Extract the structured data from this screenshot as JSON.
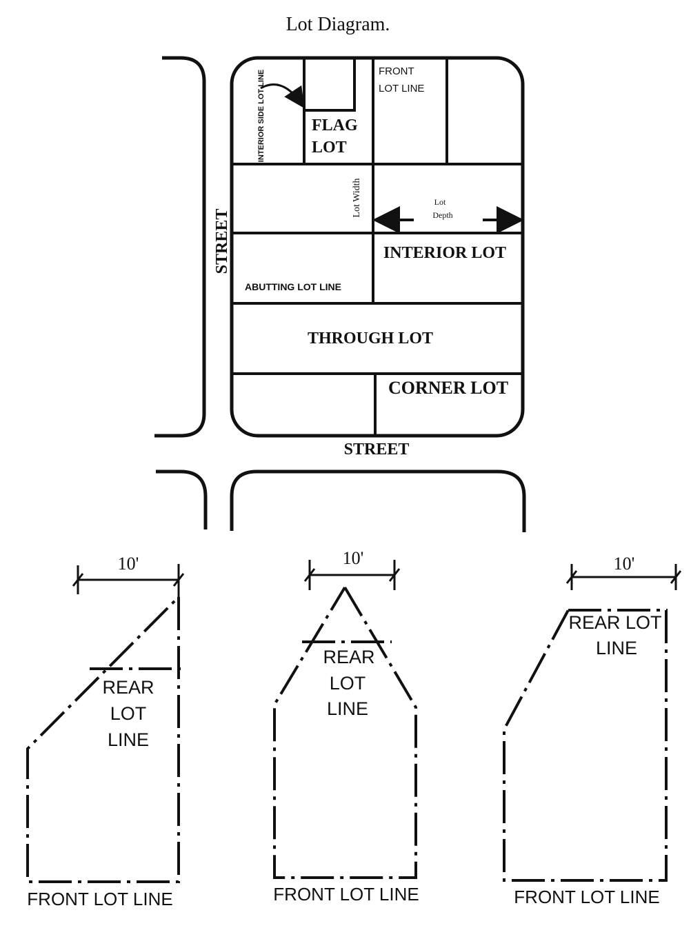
{
  "title": "Lot Diagram.",
  "map": {
    "street_left": "STREET",
    "street_bottom": "STREET",
    "interior_side_lot_line": "INTERIOR SIDE LOT LINE",
    "flag_lot_line1": "FLAG",
    "flag_lot_line2": "LOT",
    "front_lot_line1": "FRONT",
    "front_lot_line2": "LOT LINE",
    "lot_width": "Lot Width",
    "lot_depth_line1": "Lot",
    "lot_depth_line2": "Depth",
    "interior_lot": "INTERIOR LOT",
    "abutting_lot_line": "ABUTTING LOT LINE",
    "through_lot": "THROUGH LOT",
    "corner_lot": "CORNER LOT"
  },
  "examples": [
    {
      "dimension": "10'",
      "rear1": "REAR",
      "rear2": "LOT",
      "rear3": "LINE",
      "front": "FRONT LOT LINE"
    },
    {
      "dimension": "10'",
      "rear1": "REAR",
      "rear2": "LOT",
      "rear3": "LINE",
      "front": "FRONT LOT LINE"
    },
    {
      "dimension": "10'",
      "rear1": "REAR LOT",
      "rear2": "LINE",
      "front": "FRONT LOT LINE"
    }
  ]
}
